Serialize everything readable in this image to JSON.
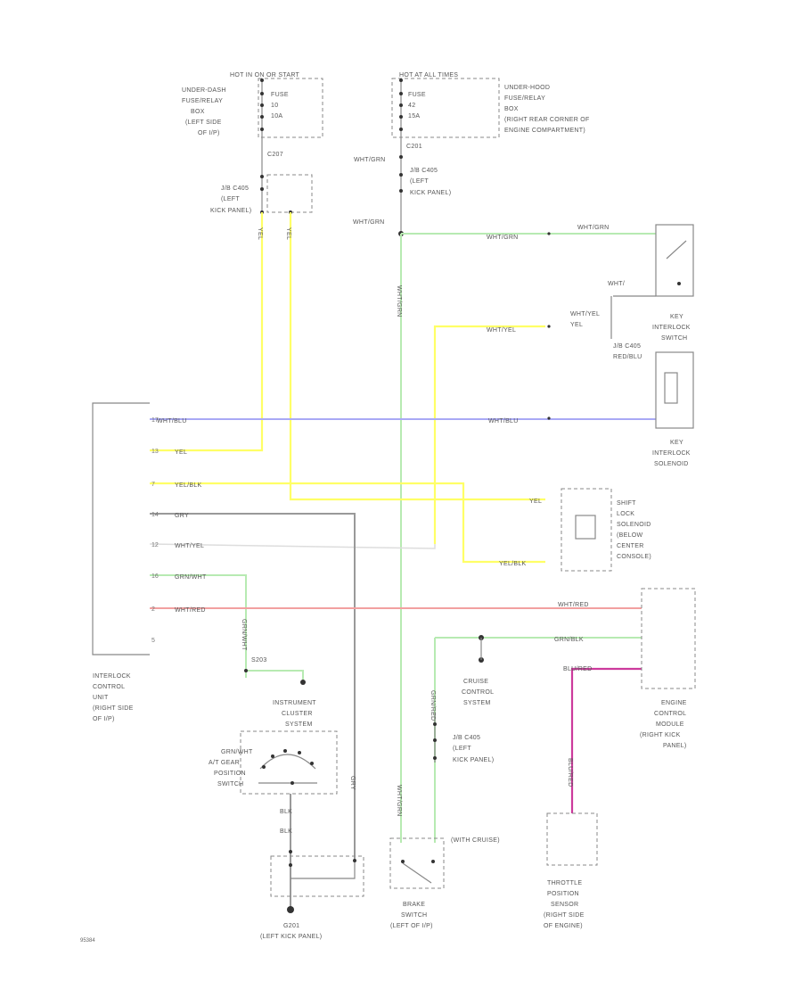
{
  "fuse_left": {
    "header": "HOT IN ON OR START",
    "location": [
      "UNDER-DASH",
      "FUSE/RELAY",
      "BOX",
      "(LEFT SIDE",
      "OF I/P)"
    ],
    "fuse": [
      "FUSE",
      "10",
      "10A"
    ],
    "connector": "C207"
  },
  "fuse_right": {
    "header": "HOT AT ALL TIMES",
    "location": [
      "UNDER-HOOD",
      "FUSE/RELAY",
      "BOX",
      "(RIGHT REAR CORNER OF",
      "ENGINE COMPARTMENT)"
    ],
    "fuse": [
      "FUSE",
      "42",
      "15A"
    ],
    "connector": "C201"
  },
  "joint_left": [
    "J/B C405",
    "(LEFT",
    "KICK PANEL)"
  ],
  "joint_right": [
    "J/B C405",
    "(LEFT",
    "KICK PANEL)"
  ],
  "wires": {
    "wht_grn_top": "WHT/GRN",
    "wht_grn_main": "WHT/GRN",
    "wht_grn_a": "WHT/GRN",
    "wht_grn_b": "WHT/GRN",
    "wht_yel_a": "WHT/YEL",
    "wht_yel_b": "WHT/YEL",
    "wht_blu_a": "WHT/BLU",
    "wht_blu_b": "WHT/BLU",
    "yel": "YEL",
    "yel_blk": "YEL/BLK",
    "yel_blk_b": "YEL/BLK",
    "yel_b": "YEL",
    "gry": "GRY",
    "wht_yel_c": "WHT/YEL",
    "grn_wht": "GRN/WHT",
    "grn_wht_b": "GRN/WHT",
    "wht_red": "WHT/RED",
    "wht_red_b": "WHT/RED",
    "grn_red": "GRN/RED",
    "blu_red": "BLU/RED",
    "wht_t": "WHT/",
    "blk": "BLK",
    "blk_b": "BLK",
    "wht_grn_v": "WHT/GRN",
    "wht_grn_v2": "WHT/GRN",
    "red_blu": "RED/BLU",
    "grn_blk": "GRN/BLK",
    "gry_v": "GRY",
    "blu_red_v": "BLU/RED",
    "yel_v": "YEL",
    "yel_v2": "YEL"
  },
  "components": {
    "key_interlock_switch": [
      "KEY",
      "INTERLOCK",
      "SWITCH"
    ],
    "key_interlock_solenoid": [
      "KEY",
      "INTERLOCK",
      "SOLENOID"
    ],
    "shift_lock_solenoid": [
      "SHIFT",
      "LOCK",
      "SOLENOID",
      "(BELOW",
      "CENTER",
      "CONSOLE)"
    ],
    "interlock_control_unit": [
      "INTERLOCK",
      "CONTROL",
      "UNIT",
      "(RIGHT SIDE",
      "OF I/P)"
    ],
    "cruise_control_system": [
      "CRUISE",
      "CONTROL",
      "SYSTEM"
    ],
    "engine_control_module": [
      "ENGINE",
      "CONTROL",
      "MODULE",
      "(RIGHT KICK",
      "PANEL)"
    ],
    "instrument_cluster": [
      "INSTRUMENT",
      "CLUSTER",
      "SYSTEM"
    ],
    "at_gear_switch": [
      "A/T GEAR",
      "POSITION",
      "SWITCH"
    ],
    "throttle_sensor": [
      "THROTTLE",
      "POSITION",
      "SENSOR",
      "(RIGHT SIDE",
      "OF ENGINE)"
    ],
    "brake_switch": [
      "BRAKE",
      "SWITCH",
      "(LEFT OF I/P)"
    ],
    "ground": [
      "G201",
      "(LEFT KICK PANEL)"
    ],
    "jb_lower": [
      "J/B C405",
      "(LEFT",
      "KICK PANEL)"
    ],
    "cruise_note": "(WITH CRUISE)"
  },
  "pins": [
    "17",
    "13",
    "7",
    "14",
    "12",
    "16",
    "2",
    "5"
  ],
  "splice": "S203",
  "footer_code": "95384"
}
